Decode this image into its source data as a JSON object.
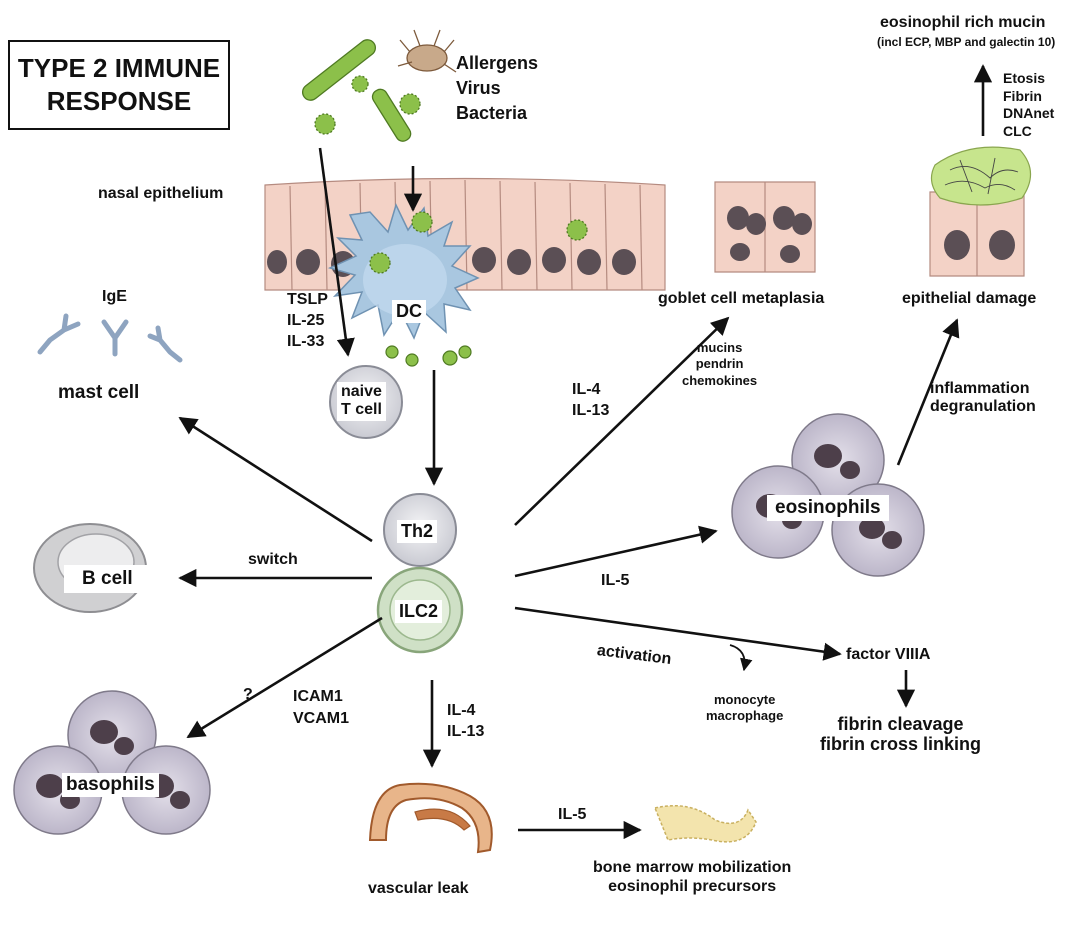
{
  "title": [
    "TYPE 2 IMMUNE",
    "RESPONSE"
  ],
  "triggers": [
    "Allergens",
    "Virus",
    "Bacteria"
  ],
  "nasal_epithelium": "nasal epithelium",
  "alarmins": [
    "TSLP",
    "IL-25",
    "IL-33"
  ],
  "dc": "DC",
  "naive_t_cell": [
    "naive",
    "T cell"
  ],
  "th2": "Th2",
  "ilc2": "ILC2",
  "ige": "IgE",
  "mast_cell": "mast cell",
  "switch": "switch",
  "b_cell": "B cell",
  "question": "?",
  "adhesion": [
    "ICAM1",
    "VCAM1"
  ],
  "basophils": "basophils",
  "il4_il13_goblet": [
    "IL-4",
    "IL-13"
  ],
  "goblet_products": [
    "mucins",
    "pendrin",
    "chemokines"
  ],
  "goblet_cell_metaplasia": "goblet cell metaplasia",
  "epithelial_damage": "epithelial damage",
  "mucin_title": "eosinophil rich mucin",
  "mucin_sub": "(incl ECP, MBP and galectin 10)",
  "mucin_components": [
    "Etosis",
    "Fibrin",
    "DNAnet",
    "CLC"
  ],
  "inflammation": [
    "inflammation",
    "degranulation"
  ],
  "eosinophils": "eosinophils",
  "il5_eos": "IL-5",
  "activation": "activation",
  "monocyte": [
    "monocyte",
    "macrophage"
  ],
  "factor": "factor VIIIA",
  "fibrin": [
    "fibrin cleavage",
    "fibrin cross linking"
  ],
  "il4_il13_vascular": [
    "IL-4",
    "IL-13"
  ],
  "vascular_leak": "vascular leak",
  "il5_bone": "IL-5",
  "bone_marrow": [
    "bone marrow mobilization",
    "eosinophil precursors"
  ]
}
